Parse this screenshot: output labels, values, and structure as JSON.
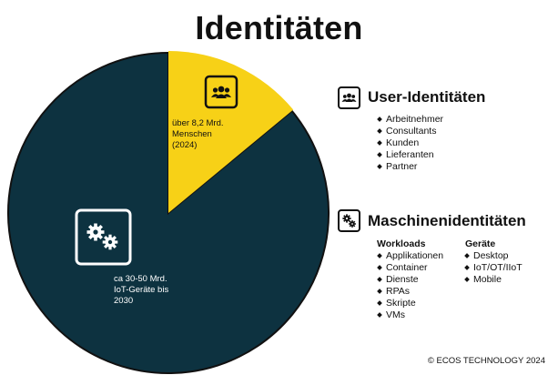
{
  "title": "Identitäten",
  "pie": {
    "colors": {
      "human": "#f7d117",
      "machine": "#0d3240",
      "outline": "#111111"
    },
    "human_fraction": 0.14,
    "human_label": "über 8,2 Mrd.\nMenschen\n(2024)",
    "machine_label": "ca 30-50 Mrd.\nIoT-Geräte bis\n2030"
  },
  "user_section": {
    "icon": "people-icon",
    "title": "User-Identitäten",
    "items": [
      "Arbeitnehmer",
      "Consultants",
      "Kunden",
      "Lieferanten",
      "Partner"
    ]
  },
  "machine_section": {
    "icon": "gears-icon",
    "title": "Maschinenidentitäten",
    "workloads": {
      "heading": "Workloads",
      "items": [
        "Applikationen",
        "Container",
        "Dienste",
        "RPAs",
        "Skripte",
        "VMs"
      ]
    },
    "devices": {
      "heading": "Geräte",
      "items": [
        "Desktop",
        "IoT/OT/IIoT",
        "Mobile"
      ]
    }
  },
  "footer": "© ECOS TECHNOLOGY 2024"
}
